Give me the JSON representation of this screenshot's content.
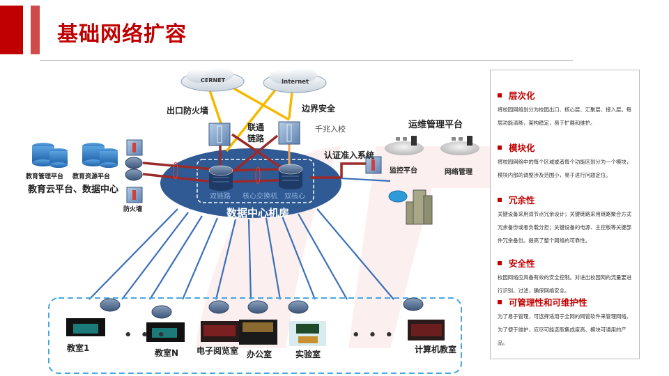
{
  "header": {
    "title": "基础网络扩容"
  },
  "diagram": {
    "clouds": [
      "CERNET",
      "Internet"
    ],
    "labels": {
      "exit_firewall": "出口防火墙",
      "border_security": "边界安全",
      "link": "联通\n链路",
      "link_line1": "联通",
      "link_line2": "链路",
      "gigabit": "千兆入校",
      "ops_platform": "运维管理平台",
      "auth_system": "认证准入系统",
      "monitor_platform": "监控平台",
      "network_mgmt": "网络管理",
      "edu_mgmt_platform": "教育管理平台",
      "edu_resource_platform": "教育资源平台",
      "edu_cloud": "教育云平台、数据中心",
      "firewall": "防火墙",
      "dual_link": "双链路",
      "core_switch": "核心交换机",
      "dual_core": "双核心",
      "datacenter": "数据中心机房"
    },
    "endpoints": [
      {
        "label": "教室1"
      },
      {
        "label": "教室N"
      },
      {
        "label": "电子阅览室"
      },
      {
        "label": "办公室"
      },
      {
        "label": "实验室"
      },
      {
        "label": "计算机教室"
      }
    ],
    "ellipsis": "• • •",
    "colors": {
      "yellow_link": "#f5b800",
      "red_link": "#9b2a2a",
      "orange_link": "#f0a050",
      "blue_link": "#3a6fb8",
      "datacenter_fill": "#2f5a93",
      "access_border": "#4aa6df"
    }
  },
  "panel": {
    "sections": [
      {
        "title": "层次化",
        "body": "将校园网络划分为校园出口、核心层、汇聚层、接入层。每层功能清晰，架构稳定，易于扩展和维护。"
      },
      {
        "title": "模块化",
        "body": "将校园网络中的每个区域或者每个功能区划分为一个模块，模块内部的调整涉及范围小，易于进行问题定位。"
      },
      {
        "title": "冗余性",
        "body": "关键设备采用双节点冗余设计；关键链路采用链路聚合方式冗余备份或者负载分担；关键设备的电源、主控板等关键部件冗余备份。提高了整个网络的可靠性。"
      },
      {
        "title": "安全性",
        "body": "校园网络应具备有效的安全控制。对进出校园网的流量要进行识别、过滤，确保网络安全。"
      },
      {
        "title": "可管理性和可维护性",
        "body": "为了易于管理，可选择适用于全网的网管软件来管理网络。为了便于维护，应尽可能选取集成度高、模块可通用的产品。"
      }
    ]
  }
}
